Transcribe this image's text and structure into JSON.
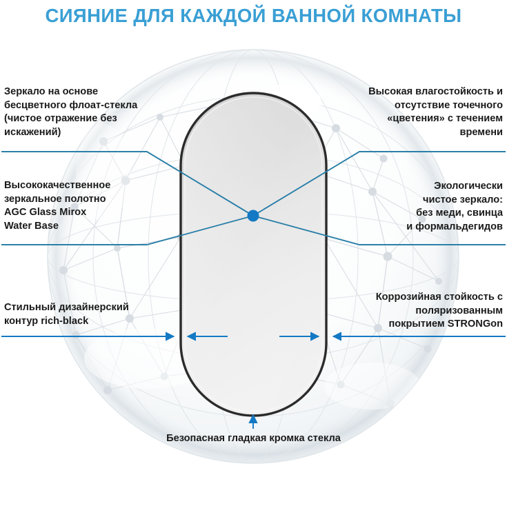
{
  "header": {
    "title": "СИЯНИЕ ДЛЯ КАЖДОЙ ВАННОЙ КОМНАТЫ",
    "title_color": "#3a9fd4"
  },
  "callouts": {
    "left": [
      {
        "id": "float-glass",
        "text": "Зеркало на основе\nбесцветного флоат-стекла\n(чистое отражение без\nискажений)"
      },
      {
        "id": "mirror-sheet",
        "text": "Высококачественное\nзеркальное полотно\nAGC Glass Mirox\nWater Base"
      },
      {
        "id": "rich-black-contour",
        "text": "Стильный дизайнерский\nконтур rich-black"
      }
    ],
    "right": [
      {
        "id": "moisture-resistance",
        "text": "Высокая влагостойкость и\nотсутствие точечного\n«цветения» с течением\nвремени"
      },
      {
        "id": "eco-clean",
        "text": "Экологически\nчистое зеркало:\nбез меди, свинца\nи формальдегидов"
      },
      {
        "id": "corrosion-resistance",
        "text": "Коррозийная стойкость с\nполяризованным\nпокрытием STRONGon"
      }
    ],
    "bottom": {
      "id": "safe-edge",
      "text": "Безопасная гладкая кромка стекла"
    }
  },
  "diagram": {
    "product": "oval-mirror",
    "hub_label": "center-node",
    "accent_color": "#1479c4",
    "line_color": "#2a7fa8",
    "mirror_border_color": "#2b2b2b",
    "mirror_fill_top": "#c9c9c9",
    "mirror_fill_bottom": "#efefef",
    "network_color": "#d8dde1"
  }
}
